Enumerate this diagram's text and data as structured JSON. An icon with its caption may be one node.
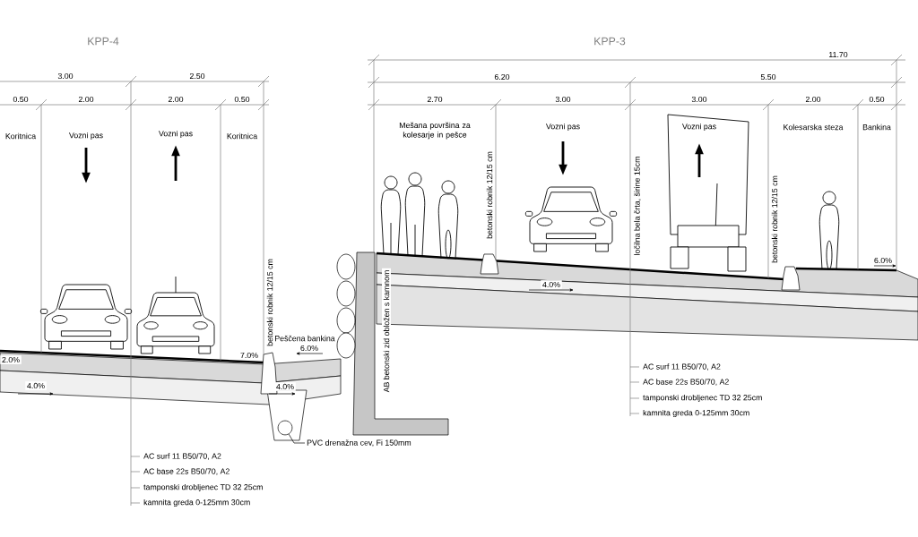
{
  "diagram": {
    "nodes": [
      {
        "text": [
          "PVC drenažna cev, Fi 150mm"
        ]
      },
      {
        "text": [],
        "shape": "circle"
      }
    ],
    "edges": [
      {
        "from": 0,
        "to": 1,
        "arrow": "none"
      }
    ],
    "labels": [
      "KPP-4",
      "3.00",
      "2.50",
      "0.50",
      "2.00",
      "2.00",
      "0.50",
      "Koritnica",
      "Vozni pas",
      "Vozni pas",
      "Koritnica",
      "KPP-3",
      "11.70",
      "6.20",
      "5.50",
      "2.70",
      "3.00",
      "3.00",
      "2.00",
      "0.50",
      "Mešana površina za kolesarje in pešce",
      "Vozni pas",
      "Vozni pas",
      "Kolesarska steza",
      "Bankina",
      "betonski robnik 12/15 cm",
      "AB betonski zid obložen s kamnom",
      "betonski robnik 12/15 cm",
      "ločilna bela črta, širine 15cm",
      "betonski robnik 12/15 cm",
      "Peščena bankina",
      "2.0%",
      "7.0%",
      "6.0%",
      "4.0%",
      "4.0%",
      "4.0%",
      "6.0%",
      "AC surf 11 B50/70, A2",
      "AC base 22s B50/70, A2",
      "tamponski drobljenec TD 32 25cm",
      "kamnita greda 0-125mm 30cm",
      "AC surf 11 B50/70, A2",
      "AC base 22s B50/70, A2",
      "tamponski drobljenec TD 32 25cm",
      "kamnita greda 0-125mm 30cm"
    ]
  }
}
